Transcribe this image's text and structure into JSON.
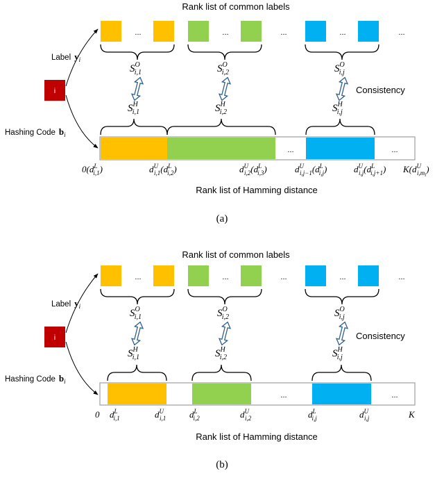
{
  "colors": {
    "orange": "#FFC000",
    "green": "#92D050",
    "blue": "#00B0F0",
    "red": "#C00000",
    "arrow_blue": "#2E5E8E",
    "bar_border": "#A6A6A6"
  },
  "common": {
    "rank_common": "Rank list of common labels",
    "rank_hamming": "Rank list of Hamming distance",
    "label": "Label",
    "label_sym": "y",
    "label_sub": "i",
    "hash": "Hashing Code",
    "hash_sym": "b",
    "hash_sub": "i",
    "image_glyph": "i",
    "dots": "...",
    "consistency": "Consistency"
  },
  "sim": {
    "so1": {
      "base": "S",
      "sup": "O",
      "sub": "i,1"
    },
    "so2": {
      "base": "S",
      "sup": "O",
      "sub": "i,2"
    },
    "soj": {
      "base": "S",
      "sup": "O",
      "sub": "i,j"
    },
    "sh1": {
      "base": "S",
      "sup": "H",
      "sub": "i,1"
    },
    "sh2": {
      "base": "S",
      "sup": "H",
      "sub": "i,2"
    },
    "shj": {
      "base": "S",
      "sup": "H",
      "sub": "i,j"
    }
  },
  "panel_a": {
    "caption": "(a)",
    "ticks": {
      "t1": "0(d",
      "t1_sup": "L",
      "t1_sub": "i,1",
      "t1_end": ")",
      "t2": "d",
      "t2_sup": "U",
      "t2_sub": "i,1",
      "t2_mid": "(d",
      "t2_sup2": "L",
      "t2_sub2": "i,2",
      "t2_end": ")",
      "t3": "d",
      "t3_sup": "U",
      "t3_sub": "i,2",
      "t3_mid": "(d",
      "t3_sup2": "L",
      "t3_sub2": "i,3",
      "t3_end": ")",
      "t4": "d",
      "t4_sup": "U",
      "t4_sub": "i,j−1",
      "t4_mid": "(d",
      "t4_sup2": "L",
      "t4_sub2": "i,j",
      "t4_end": ")",
      "t5": "d",
      "t5_sup": "U",
      "t5_sub": "i,j",
      "t5_mid": "(d",
      "t5_sup2": "L",
      "t5_sub2": "i,j+1",
      "t5_end": ")",
      "t6": "K(d",
      "t6_sup": "U",
      "t6_sub": "i,m",
      "t6_subsub": "i",
      "t6_end": ")"
    }
  },
  "panel_b": {
    "caption": "(b)",
    "ticks": {
      "zero": "0",
      "k": "K",
      "l1": {
        "base": "d",
        "sup": "L",
        "sub": "i,1"
      },
      "u1": {
        "base": "d",
        "sup": "U",
        "sub": "i,1"
      },
      "l2": {
        "base": "d",
        "sup": "L",
        "sub": "i,2"
      },
      "u2": {
        "base": "d",
        "sup": "U",
        "sub": "i,2"
      },
      "lj": {
        "base": "d",
        "sup": "L",
        "sub": "i,j"
      },
      "uj": {
        "base": "d",
        "sup": "U",
        "sub": "i,j"
      }
    }
  }
}
